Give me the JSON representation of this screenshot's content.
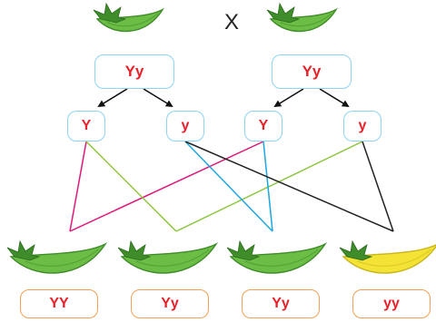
{
  "cross_symbol": "X",
  "parents": [
    {
      "genotype": "Yy"
    },
    {
      "genotype": "Yy"
    }
  ],
  "gametes": [
    {
      "allele": "Y"
    },
    {
      "allele": "y"
    },
    {
      "allele": "Y"
    },
    {
      "allele": "y"
    }
  ],
  "offspring": [
    {
      "genotype": "YY",
      "pod_color": "green"
    },
    {
      "genotype": "Yy",
      "pod_color": "green"
    },
    {
      "genotype": "Yy",
      "pod_color": "green"
    },
    {
      "genotype": "yy",
      "pod_color": "yellow"
    }
  ],
  "cross_lines": [
    {
      "from_gamete": 0,
      "to_offspring": 0,
      "color": "#e0187a"
    },
    {
      "from_gamete": 2,
      "to_offspring": 0,
      "color": "#e0187a"
    },
    {
      "from_gamete": 0,
      "to_offspring": 1,
      "color": "#8cc63f"
    },
    {
      "from_gamete": 3,
      "to_offspring": 1,
      "color": "#8cc63f"
    },
    {
      "from_gamete": 1,
      "to_offspring": 2,
      "color": "#1aa7e0"
    },
    {
      "from_gamete": 2,
      "to_offspring": 2,
      "color": "#1aa7e0"
    },
    {
      "from_gamete": 1,
      "to_offspring": 3,
      "color": "#222222"
    },
    {
      "from_gamete": 3,
      "to_offspring": 3,
      "color": "#222222"
    }
  ],
  "colors": {
    "green_pod": "#6cbd45",
    "green_pod_dark": "#3f8c2a",
    "yellow_pod": "#f2e335",
    "yellow_pod_dark": "#c9b51c",
    "allele_text": "#e8202a",
    "gamete_border": "#8fd3f2",
    "offspring_border": "#f2a052"
  }
}
